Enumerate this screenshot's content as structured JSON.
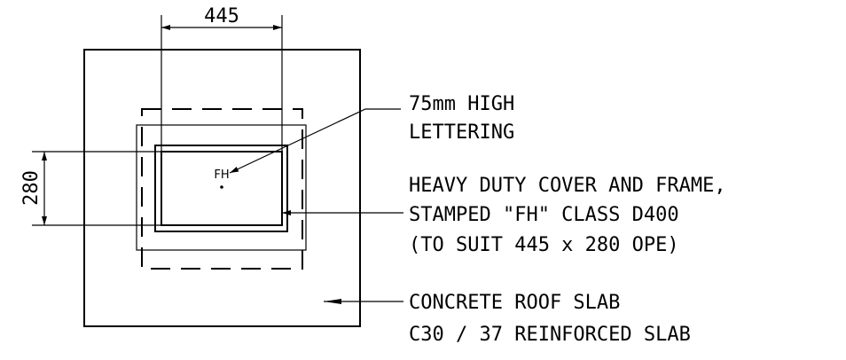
{
  "dimensions": {
    "width_label": "445",
    "height_label": "280"
  },
  "cover_marking": "FH",
  "annotations": {
    "lettering": {
      "line1": "75mm HIGH",
      "line2": "LETTERING"
    },
    "cover": {
      "line1": "HEAVY DUTY COVER AND FRAME,",
      "line2": "STAMPED \"FH\" CLASS D400",
      "line3": "(TO SUIT 445 x 280 OPE)"
    },
    "slab": {
      "line1": "CONCRETE ROOF SLAB",
      "line2": "C30 / 37 REINFORCED SLAB"
    }
  }
}
